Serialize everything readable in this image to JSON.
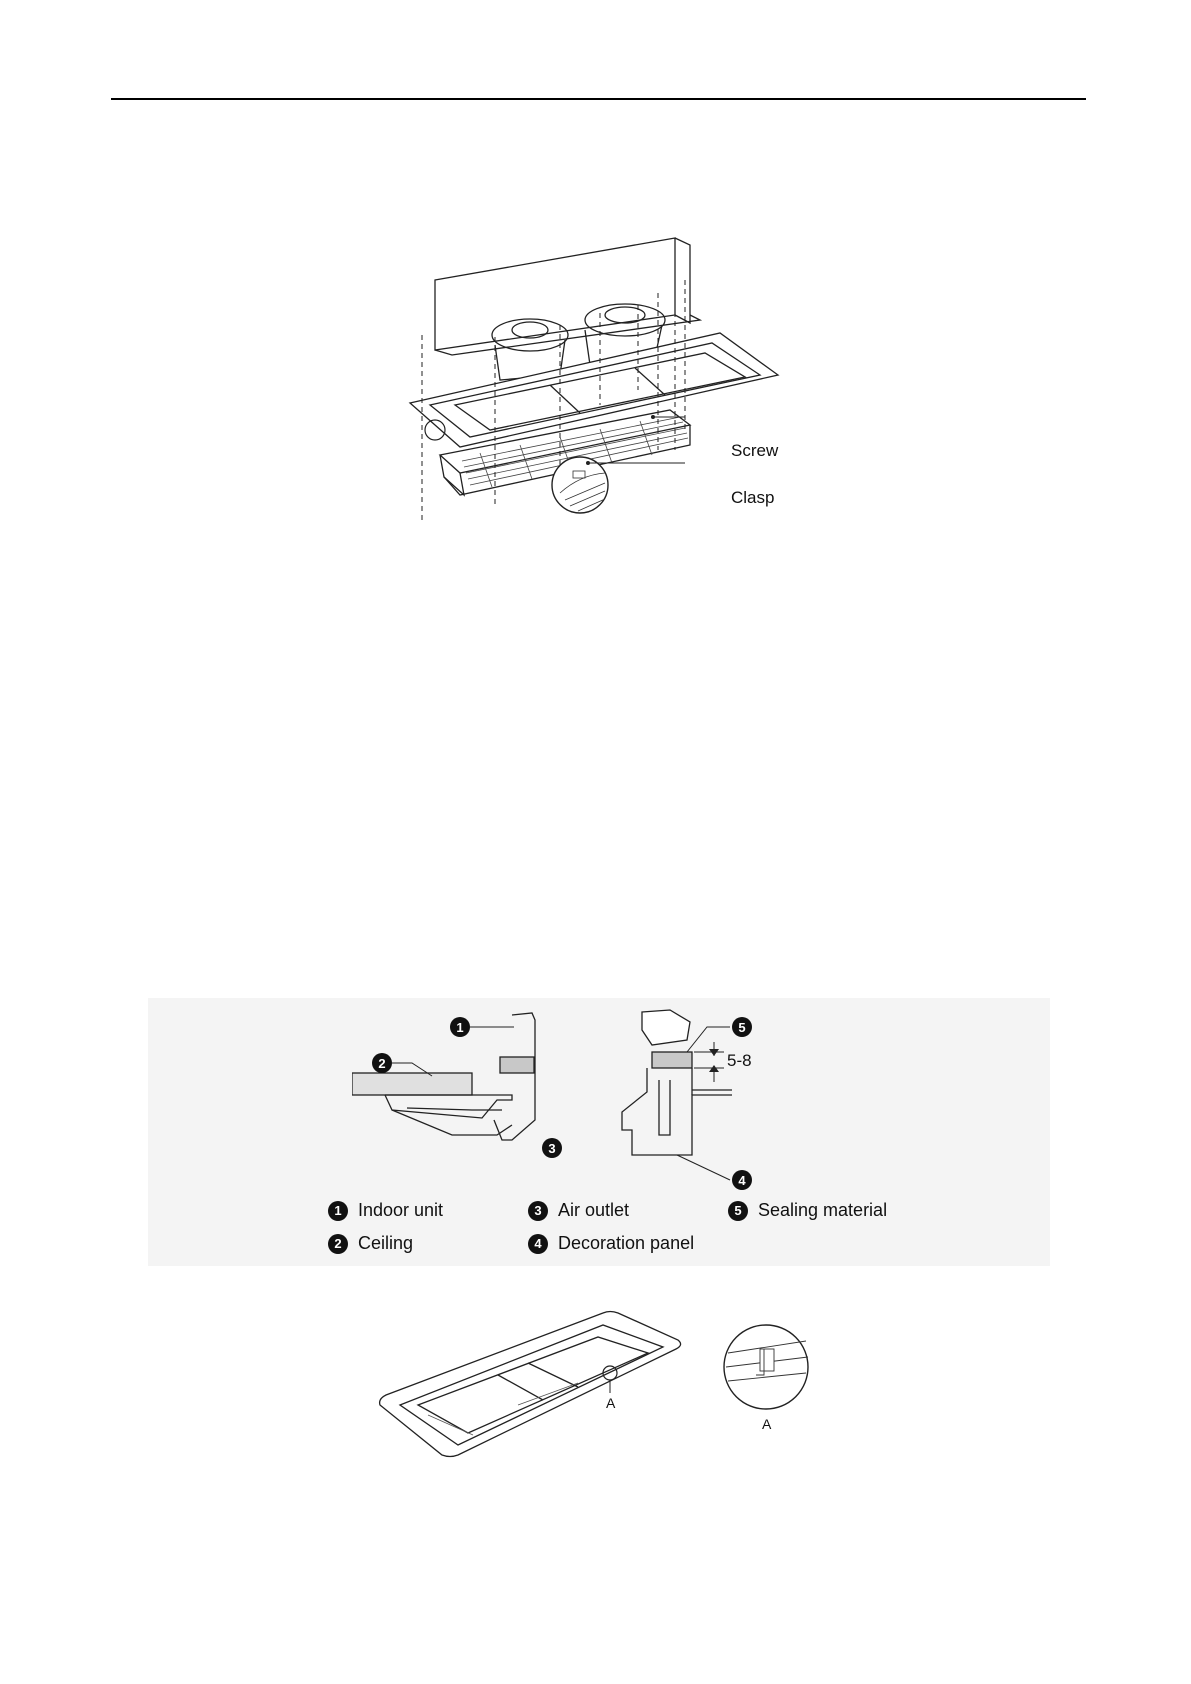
{
  "figure1": {
    "callouts": {
      "screw": "Screw",
      "clasp": "Clasp"
    }
  },
  "figure2": {
    "dimension": "5-8",
    "legend": [
      {
        "num": "1",
        "label": "Indoor unit"
      },
      {
        "num": "2",
        "label": "Ceiling"
      },
      {
        "num": "3",
        "label": "Air outlet"
      },
      {
        "num": "4",
        "label": "Decoration panel"
      },
      {
        "num": "5",
        "label": "Sealing material"
      }
    ]
  },
  "figure3": {
    "detail_marker": "A",
    "detail_label": "A"
  }
}
